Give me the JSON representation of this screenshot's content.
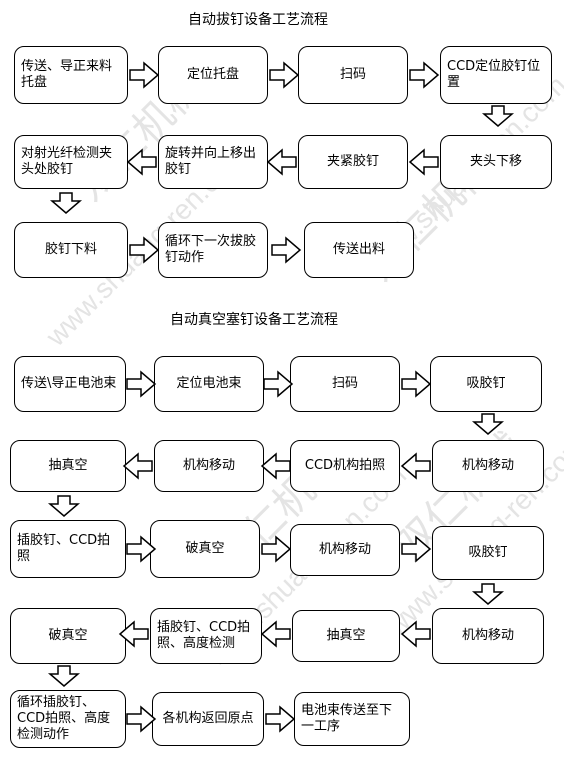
{
  "watermark": {
    "brand": "双仁机械",
    "site": "www.shuang-ren.com"
  },
  "diagram1": {
    "title": "自动拔钉设备工艺流程",
    "row1": [
      "传送、导正来料托盘",
      "定位托盘",
      "扫码",
      "CCD定位胶钉位置"
    ],
    "row2": [
      "对射光纤检测夹头处胶钉",
      "旋转并向上移出胶钉",
      "夹紧胶钉",
      "夹头下移"
    ],
    "row3": [
      "胶钉下料",
      "循环下一次拔胶钉动作",
      "传送出料"
    ]
  },
  "diagram2": {
    "title": "自动真空塞钉设备工艺流程",
    "row1": [
      "传送\\导正电池束",
      "定位电池束",
      "扫码",
      "吸胶钉"
    ],
    "row2": [
      "抽真空",
      "机构移动",
      "CCD机构拍照",
      "机构移动"
    ],
    "row3": [
      "插胶钉、CCD拍照",
      "破真空",
      "机构移动",
      "吸胶钉"
    ],
    "row4": [
      "破真空",
      "插胶钉、CCD拍照、高度检测",
      "抽真空",
      "机构移动"
    ],
    "row5": [
      "循环插胶钉、CCD拍照、高度检测动作",
      "各机构返回原点",
      "电池束传送至下一工序"
    ]
  }
}
